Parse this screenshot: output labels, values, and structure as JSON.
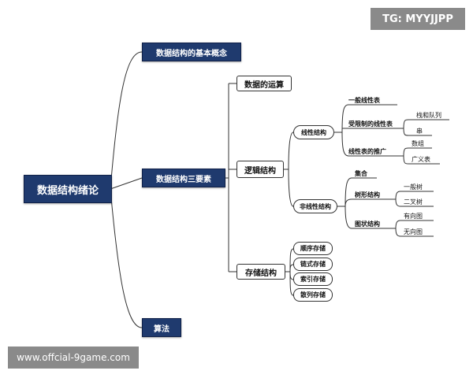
{
  "root": "数据结构绪论",
  "level1": {
    "basic": "数据结构的基本概念",
    "three": "数据结构三要素",
    "algo": "算法"
  },
  "three_children": {
    "ops": "数据的运算",
    "logic": "逻辑结构",
    "storage": "存储结构"
  },
  "logic_children": {
    "linear": "线性结构",
    "nonlinear": "非线性结构"
  },
  "linear_children": {
    "general": "一般线性表",
    "restricted": "受限制的线性表",
    "extended": "线性表的推广"
  },
  "restricted_children": [
    "栈和队列",
    "串"
  ],
  "extended_children": [
    "数组",
    "广义表"
  ],
  "nonlinear_children": {
    "set": "集合",
    "tree": "树形结构",
    "graph": "图状结构"
  },
  "tree_children": [
    "一般树",
    "二叉树"
  ],
  "graph_children": [
    "有向图",
    "无向图"
  ],
  "storage_children": [
    "顺序存储",
    "链式存储",
    "索引存储",
    "散列存储"
  ],
  "top_banner": "TG: MYYJJPP",
  "bottom_banner": "www.offcial-9game.com"
}
